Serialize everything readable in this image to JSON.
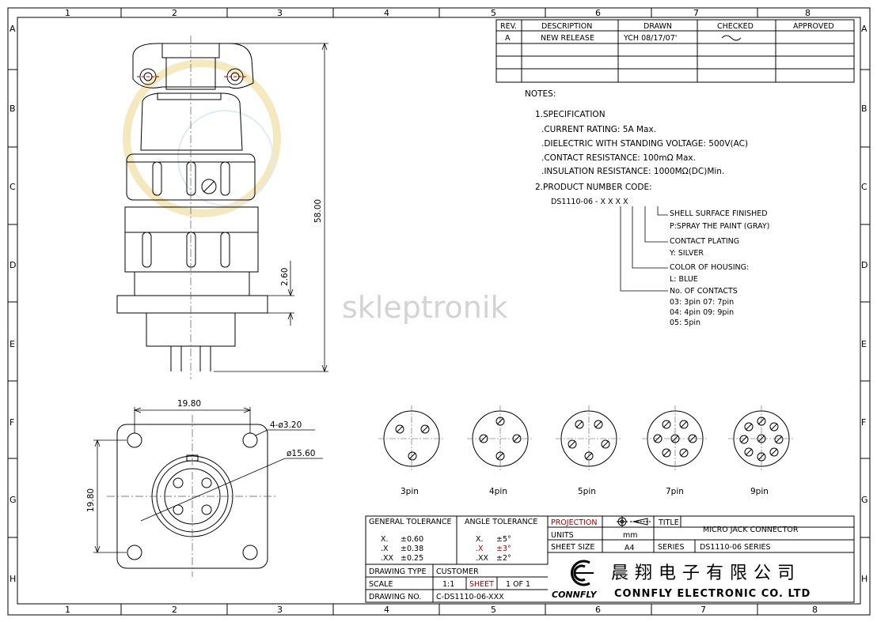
{
  "grid": {
    "cols": [
      "1",
      "2",
      "3",
      "4",
      "5",
      "6",
      "7",
      "8"
    ],
    "rows": [
      "A",
      "B",
      "C",
      "D",
      "E",
      "F",
      "G",
      "H"
    ]
  },
  "revision_table": {
    "headers": [
      "REV.",
      "DESCRIPTION",
      "DRAWN",
      "CHECKED",
      "APPROVED"
    ],
    "rows": [
      [
        "A",
        "NEW RELEASE",
        "YCH 08/17/07'",
        "",
        ""
      ]
    ]
  },
  "notes": {
    "title": "NOTES:",
    "spec_title": "1.SPECIFICATION",
    "spec_lines": [
      ".CURRENT RATING: 5A Max.",
      ".DIELECTRIC WITH STANDING VOLTAGE: 500V(AC)",
      ".CONTACT RESISTANCE: 100mΩ Max.",
      ".INSULATION RESISTANCE: 1000MΩ(DC)Min."
    ],
    "code_title": "2.PRODUCT NUMBER CODE:",
    "code": "DS1110-06 - X X X X",
    "code_items": [
      {
        "label": "SHELL SURFACE FINISHED",
        "detail": [
          "P:SPRAY THE PAINT (GRAY)"
        ]
      },
      {
        "label": "CONTACT PLATING",
        "detail": [
          "Y: SILVER"
        ]
      },
      {
        "label": "COLOR OF HOUSING:",
        "detail": [
          "L: BLUE"
        ]
      },
      {
        "label": "No. OF CONTACTS",
        "detail": [
          "03: 3pin 07: 7pin",
          "04: 4pin 09: 9pin",
          "05: 5pin"
        ]
      }
    ]
  },
  "watermark": "skleptronik",
  "dimensions": {
    "height": "58.00",
    "flange": "2.60",
    "width_top": "19.80",
    "width_side": "19.80",
    "holes": "4-ø3.20",
    "diameter": "ø15.60"
  },
  "pin_layouts": [
    "3pin",
    "4pin",
    "5pin",
    "7pin",
    "9pin"
  ],
  "title_block": {
    "general_tolerance": "GENERAL TOLERANCE",
    "gt_rows": [
      [
        "X.",
        "±0.60"
      ],
      [
        ".X",
        "±0.38"
      ],
      [
        ".XX",
        "±0.25"
      ]
    ],
    "angle_tolerance": "ANGLE TOLERANCE",
    "at_rows": [
      [
        "X.",
        "±5°"
      ],
      [
        ".X",
        "±3°"
      ],
      [
        ".XX",
        "±2°"
      ]
    ],
    "projection": "PROJECTION",
    "title_label": "TITLE",
    "title": "MICRO JACK CONNECTOR",
    "units_label": "UNITS",
    "units": "mm",
    "sheet_size_label": "SHEET SIZE",
    "sheet_size": "A4",
    "series_label": "SERIES",
    "series": "DS1110-06 SERIES",
    "drawing_type_label": "DRAWING TYPE",
    "drawing_type": "CUSTOMER",
    "scale_label": "SCALE",
    "scale": "1:1",
    "sheet_label": "SHEET",
    "sheet": "1 OF 1",
    "drawing_no_label": "DRAWING NO.",
    "drawing_no": "C-DS1110-06-XXX",
    "company_logo": "CONNFLY",
    "company_cn": "晨翔电子有限公司",
    "company_en": "CONNFLY ELECTRONIC CO. LTD"
  }
}
